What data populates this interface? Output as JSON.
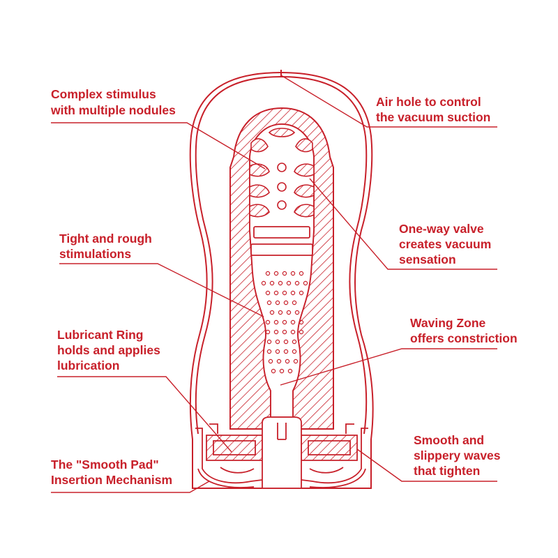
{
  "theme": {
    "line_color": "#c8202a",
    "hatch_color": "#c8202a",
    "background": "#ffffff"
  },
  "callouts": [
    {
      "id": "complex-stimulus",
      "side": "left",
      "lines": [
        "Complex stimulus",
        "with multiple nodules"
      ]
    },
    {
      "id": "air-hole",
      "side": "right",
      "lines": [
        "Air hole to control",
        "the vacuum suction"
      ]
    },
    {
      "id": "one-way-valve",
      "side": "right",
      "lines": [
        "One-way valve",
        "creates vacuum",
        "sensation"
      ]
    },
    {
      "id": "tight-rough",
      "side": "left",
      "lines": [
        "Tight and rough",
        "stimulations"
      ]
    },
    {
      "id": "lubricant-ring",
      "side": "left",
      "lines": [
        "Lubricant Ring",
        "holds and applies",
        "lubrication"
      ]
    },
    {
      "id": "waving-zone",
      "side": "right",
      "lines": [
        "Waving Zone",
        "offers constriction"
      ]
    },
    {
      "id": "smooth-waves",
      "side": "right",
      "lines": [
        "Smooth and",
        "slippery waves",
        "that tighten"
      ]
    },
    {
      "id": "smooth-pad",
      "side": "left",
      "lines": [
        "The \"Smooth Pad\"",
        "Insertion Mechanism"
      ]
    }
  ]
}
